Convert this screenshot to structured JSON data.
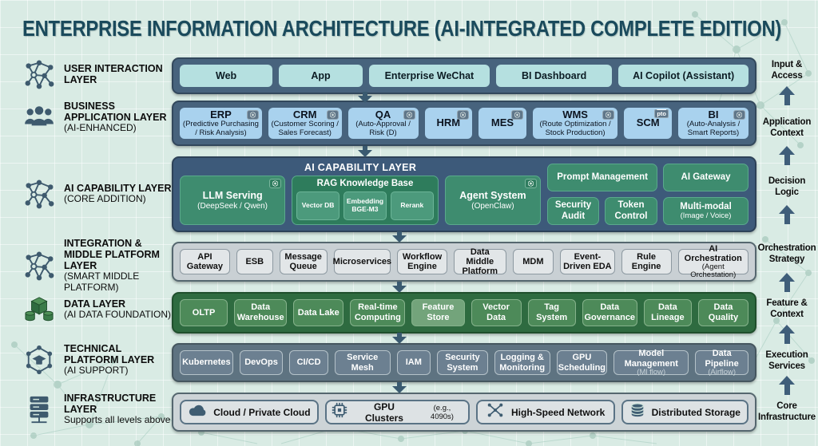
{
  "title": "ENTERPRISE INFORMATION ARCHITECTURE (AI-INTEGRATED COMPLETE EDITION)",
  "left_layers": [
    {
      "icon": "network-nodes-icon",
      "title": "USER INTERACTION LAYER",
      "subtitle": ""
    },
    {
      "icon": "people-icon",
      "title": "BUSINESS APPLICATION LAYER",
      "subtitle": "(AI-ENHANCED)"
    },
    {
      "icon": "network-nodes-icon",
      "title": "AI CAPABILITY LAYER",
      "subtitle": "(CORE ADDITION)"
    },
    {
      "icon": "network-nodes-icon",
      "title": "INTEGRATION & MIDDLE PLATFORM LAYER",
      "subtitle": "(SMART MIDDLE PLATFORM)"
    },
    {
      "icon": "data-cubes-icon",
      "title": "DATA LAYER",
      "subtitle": "(AI DATA FOUNDATION)"
    },
    {
      "icon": "hexagon-network-icon",
      "title": "TECHNICAL PLATFORM LAYER",
      "subtitle": "(AI SUPPORT)"
    },
    {
      "icon": "server-stack-icon",
      "title": "INFRASTRUCTURE LAYER",
      "subtitle": "Supports all levels above"
    }
  ],
  "rows": {
    "user_interaction": {
      "items": [
        "Web",
        "App",
        "Enterprise WeChat",
        "BI Dashboard",
        "AI Copilot (Assistant)"
      ]
    },
    "business_application": {
      "items": [
        {
          "title": "ERP",
          "subtitle": "(Predictive Purchasing / Risk Analysis)",
          "badge": "ai-chip"
        },
        {
          "title": "CRM",
          "subtitle": "(Customer Scoring / Sales Forecast)",
          "badge": "ai-chip"
        },
        {
          "title": "QA",
          "subtitle": "(Auto-Approval / Risk (D)",
          "badge": "ai-chip"
        },
        {
          "title": "HRM",
          "subtitle": "",
          "badge": "ai-chip"
        },
        {
          "title": "MES",
          "subtitle": "",
          "badge": "ai-chip"
        },
        {
          "title": "WMS",
          "subtitle": "(Route Optimization / Stock Production)",
          "badge": "ai-chip"
        },
        {
          "title": "SCM",
          "subtitle": "",
          "badge": "pto",
          "badge_text": "pto"
        },
        {
          "title": "BI",
          "subtitle": "(Auto-Analysis / Smart Reports)",
          "badge": "ai-chip"
        }
      ]
    },
    "ai_capability": {
      "header": "AI CAPABILITY LAYER",
      "llm_serving": {
        "title": "LLM Serving",
        "subtitle": "(DeepSeek / Qwen)"
      },
      "rag": {
        "title": "RAG Knowledge Base",
        "items": [
          "Vector DB",
          "Embedding BGE-M3",
          "Rerank"
        ]
      },
      "agent": {
        "title": "Agent System",
        "subtitle": "(OpenClaw)"
      },
      "prompt_management": "Prompt Management",
      "ai_gateway": "AI Gateway",
      "security_audit": "Security Audit",
      "token_control": "Token Control",
      "multi_modal": {
        "title": "Multi-modal",
        "subtitle": "(Image / Voice)"
      }
    },
    "integration": {
      "items": [
        {
          "title": "API Gateway",
          "subtitle": ""
        },
        {
          "title": "ESB",
          "subtitle": ""
        },
        {
          "title": "Message Queue",
          "subtitle": ""
        },
        {
          "title": "Microservices",
          "subtitle": ""
        },
        {
          "title": "Workflow Engine",
          "subtitle": ""
        },
        {
          "title": "Data Middle Platform",
          "subtitle": ""
        },
        {
          "title": "MDM",
          "subtitle": ""
        },
        {
          "title": "Event-Driven EDA",
          "subtitle": ""
        },
        {
          "title": "Rule Engine",
          "subtitle": ""
        },
        {
          "title": "AI Orchestration",
          "subtitle": "(Agent Orchestation)"
        }
      ]
    },
    "data_layer": {
      "items": [
        "OLTP",
        "Data Warehouse",
        "Data Lake",
        "Real-time Computing",
        "Feature Store",
        "Vector Data",
        "Tag System",
        "Data Governance",
        "Data Lineage",
        "Data Quality"
      ],
      "highlighted_item": "Feature Store"
    },
    "technical": {
      "items": [
        {
          "title": "Kubernetes",
          "subtitle": ""
        },
        {
          "title": "DevOps",
          "subtitle": ""
        },
        {
          "title": "CI/CD",
          "subtitle": ""
        },
        {
          "title": "Service Mesh",
          "subtitle": ""
        },
        {
          "title": "IAM",
          "subtitle": ""
        },
        {
          "title": "Security System",
          "subtitle": ""
        },
        {
          "title": "Logging & Monitoring",
          "subtitle": ""
        },
        {
          "title": "GPU Scheduling",
          "subtitle": ""
        },
        {
          "title": "Model Management",
          "subtitle": "(Ml flow)"
        },
        {
          "title": "Data Pipeline",
          "subtitle": "(Airflow)"
        }
      ]
    },
    "infrastructure": {
      "items": [
        {
          "icon": "cloud-icon",
          "label": "Cloud / Private Cloud",
          "note": ""
        },
        {
          "icon": "gpu-chip-icon",
          "label": "GPU Clusters",
          "note": "(e.g., 4090s)"
        },
        {
          "icon": "network-switch-icon",
          "label": "High-Speed Network",
          "note": ""
        },
        {
          "icon": "database-icon",
          "label": "Distributed Storage",
          "note": ""
        }
      ]
    }
  },
  "right_flow": {
    "labels": [
      "Input & Access",
      "Application Context",
      "Decision Logic",
      "Orchestration Strategy",
      "Feature & Context",
      "Execution Services",
      "Core Infrastructure"
    ]
  },
  "colors": {
    "background": "#d9ebe4",
    "title": "#1a4a5c",
    "panel_slate": "#47637d",
    "ai_panel": "#3d5a7a",
    "ai_green": "#3e8c6f",
    "rag_green": "#2e7c5c",
    "data_green_panel": "#2e6b40",
    "data_green_box": "#4d8a59",
    "tech_slate": "#5e7381",
    "light_panel": "#cdd4d7",
    "cyan_box": "#b5e0e0",
    "blue_box": "#a9d2ee",
    "arrow": "#3a5a70"
  }
}
